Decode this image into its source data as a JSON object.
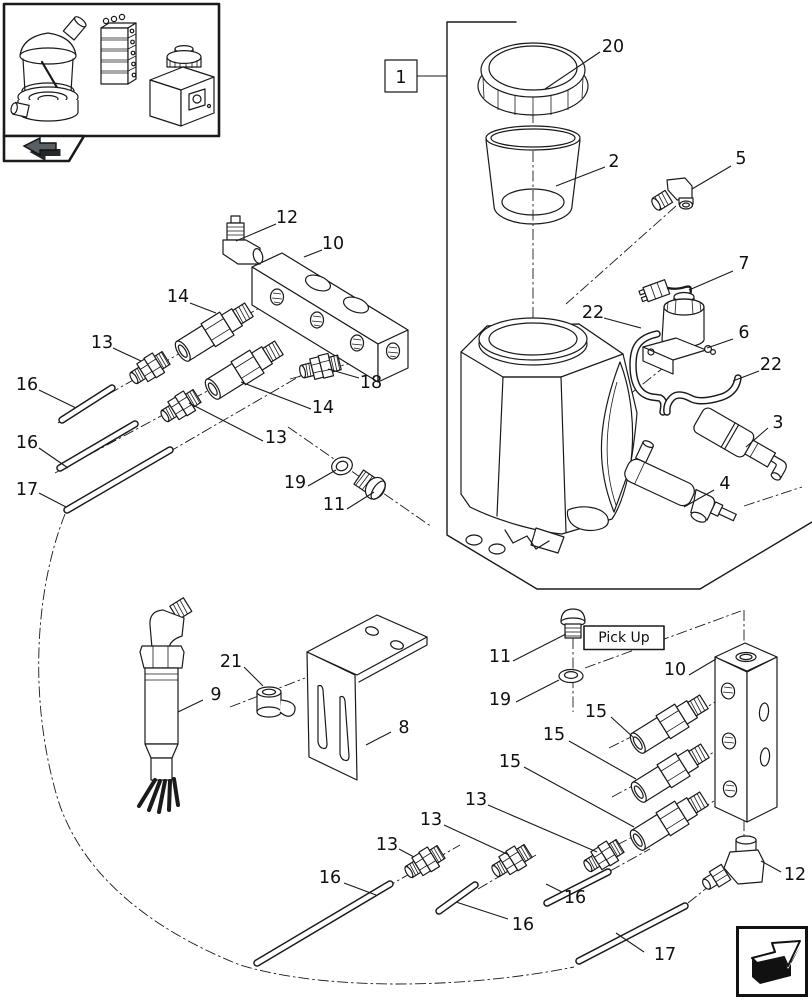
{
  "page": {
    "background": "#ffffff",
    "line_color": "#1a1a1a"
  },
  "inset": {
    "thumbnails": [
      "lubrication-pump",
      "valve-stack-block",
      "oil-reservoir"
    ],
    "nav_icon": "return-arrow"
  },
  "diagram": {
    "ref_box": "1",
    "pick_up_box": "Pick Up",
    "callouts": [
      "20",
      "2",
      "5",
      "7",
      "22",
      "6",
      "22",
      "3",
      "4",
      "12",
      "10",
      "14",
      "13",
      "18",
      "14",
      "13",
      "16",
      "16",
      "17",
      "19",
      "11",
      "9",
      "21",
      "8",
      "11",
      "19",
      "10",
      "15",
      "15",
      "15",
      "13",
      "13",
      "13",
      "16",
      "16",
      "16",
      "12",
      "17"
    ]
  },
  "nav": {
    "next_icon": "forward-arrow"
  },
  "colors": {
    "icon_gray": "#5a5f63",
    "icon_black": "#111111"
  }
}
